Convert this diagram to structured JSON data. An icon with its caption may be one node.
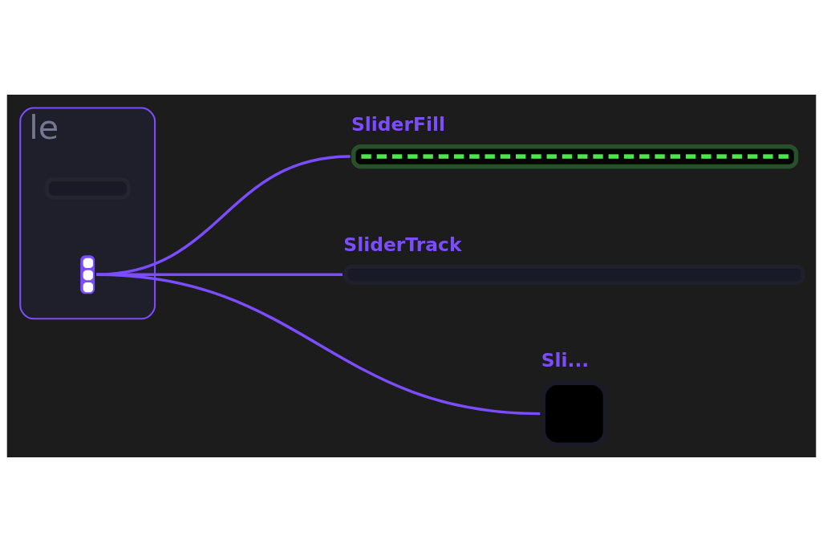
{
  "diagram": {
    "nodes": [
      {
        "text": [
          "le"
        ]
      },
      {
        "text": [],
        "shape": "bar",
        "in": 0
      },
      {
        "text": [],
        "shape": "box",
        "in": 0
      },
      {
        "text": [
          "SliderFill"
        ]
      },
      {
        "text": [
          "SliderTrack"
        ]
      },
      {
        "text": [
          "Sli..."
        ]
      }
    ],
    "edges": [
      {
        "from": 2,
        "to": 3,
        "arrow": "none"
      },
      {
        "from": 2,
        "to": 4,
        "arrow": "none"
      },
      {
        "from": 2,
        "to": 5,
        "arrow": "none"
      }
    ]
  }
}
